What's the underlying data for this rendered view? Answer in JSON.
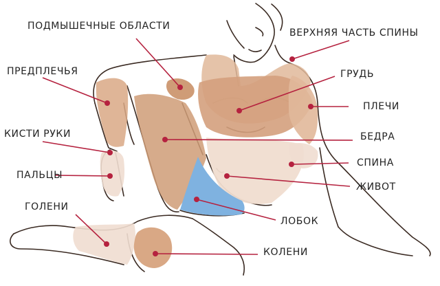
{
  "colors": {
    "leader_line": "#b5223f",
    "dot": "#b5223f",
    "skin_dark": "#cf9c77",
    "skin_mid": "#e1b89a",
    "skin_light": "#f0ddd0",
    "pubic_area": "#7fb2e0",
    "outline": "#3a2a22"
  },
  "labels": {
    "armpits": "ПОДМЫШЕЧНЫЕ ОБЛАСТИ",
    "upper_back": "ВЕРХНЯЯ ЧАСТЬ СПИНЫ",
    "forearms": "ПРЕДПЛЕЧЬЯ",
    "chest": "ГРУДЬ",
    "shoulders": "ПЛЕЧИ",
    "hands": "КИСТИ РУКИ",
    "thighs": "БЕДРА",
    "back": "СПИНА",
    "fingers": "ПАЛЬЦЫ",
    "belly": "ЖИВОТ",
    "shins": "ГОЛЕНИ",
    "pubis": "ЛОБОК",
    "knees": "КОЛЕНИ"
  }
}
